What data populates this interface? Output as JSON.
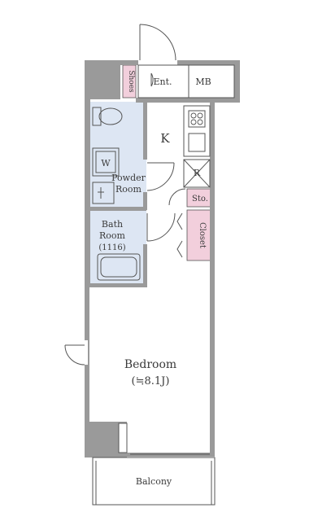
{
  "colors": {
    "wall": "#9a9a9a",
    "line": "#555555",
    "wet_area": "#dde6f3",
    "storage_pink": "#f2cfdc",
    "paper": "#ffffff"
  },
  "rooms": {
    "shoes": "Shoes",
    "entrance": "Ent.",
    "mb": "MB",
    "kitchen": "K",
    "powder_room_1": "Powder",
    "powder_room_2": "Room",
    "washer": "W",
    "refrigerator": "R",
    "storage": "Sto.",
    "bath_1": "Bath",
    "bath_2": "Room",
    "bath_3": "(1116)",
    "closet": "Closet",
    "bedroom": "Bedroom",
    "bedroom_size": "(≒8.1J)",
    "balcony": "Balcony"
  }
}
